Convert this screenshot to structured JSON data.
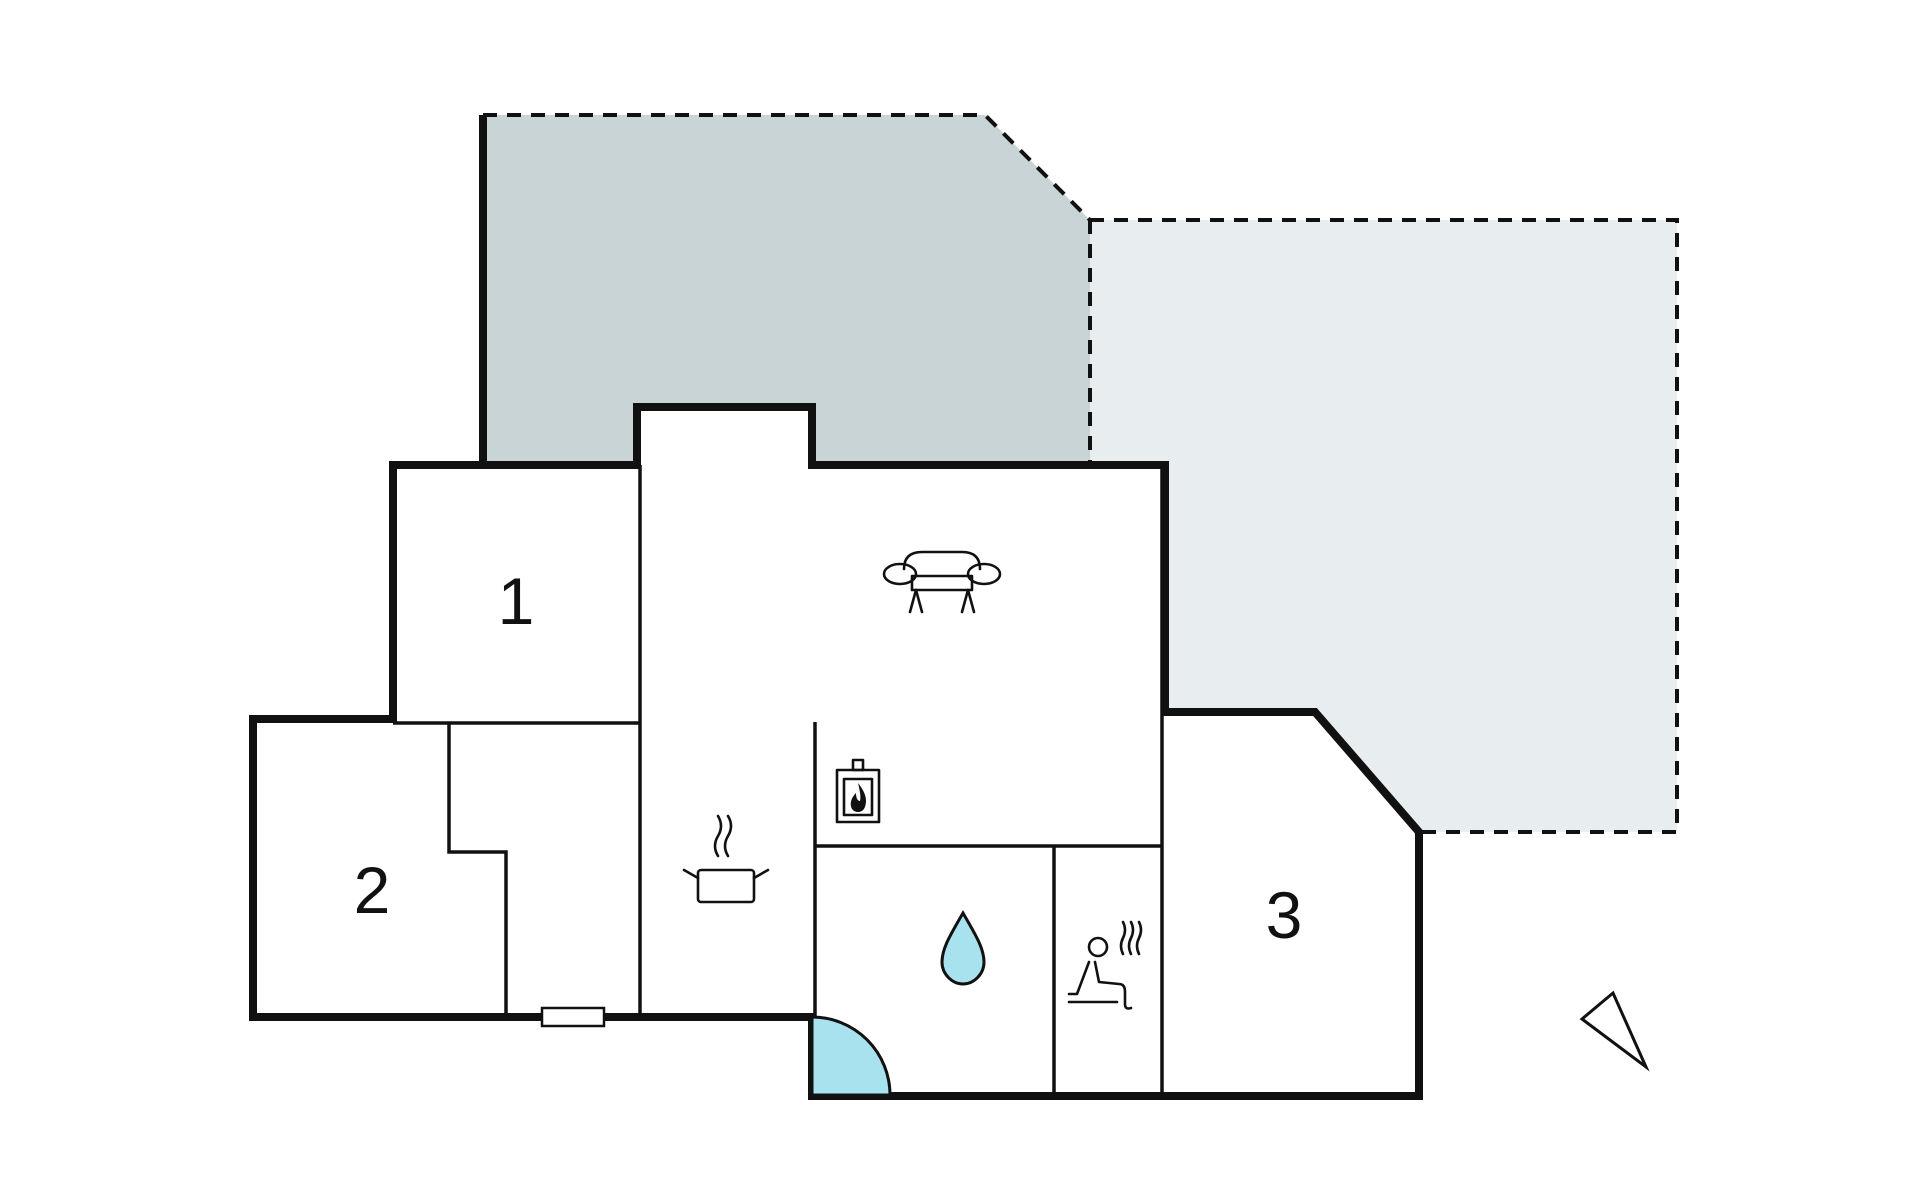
{
  "floorplan": {
    "rooms": [
      {
        "id": "bedroom-1",
        "label": "1"
      },
      {
        "id": "bedroom-2",
        "label": "2"
      },
      {
        "id": "bedroom-3",
        "label": "3"
      }
    ],
    "icons": [
      "sofa-icon",
      "fireplace-icon",
      "cooking-pot-icon",
      "water-drop-icon",
      "sauna-icon",
      "compass-arrow-icon"
    ],
    "colors": {
      "covered_terrace": "#c9d4d6",
      "open_terrace": "#e8eeef",
      "wall": "#111111",
      "bathroom_door": "#a8e2ee",
      "water": "#a8e2ee"
    }
  }
}
